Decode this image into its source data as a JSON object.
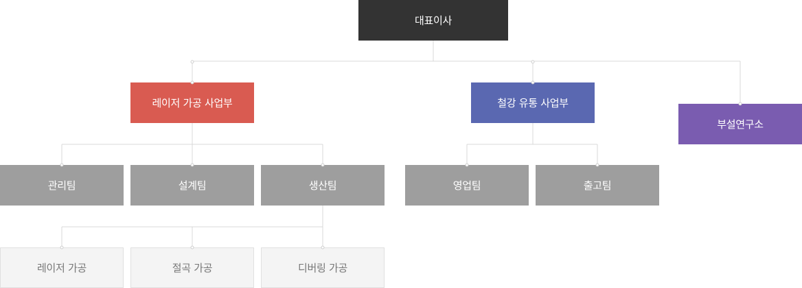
{
  "org": {
    "ceo": "대표이사",
    "divisions": {
      "laser": "레이저 가공 사업부",
      "steel": "철강 유통 사업부",
      "lab": "부설연구소"
    },
    "teams": {
      "management": "관리팀",
      "design": "설계팀",
      "production": "생산팀",
      "sales": "영업팀",
      "shipping": "출고팀"
    },
    "processes": {
      "laser_cutting": "레이저 가공",
      "bending": "절곡 가공",
      "deburring": "디버링 가공"
    }
  },
  "colors": {
    "ceo": "#333333",
    "laser_division": "#d95b51",
    "steel_division": "#5a68b1",
    "lab": "#7a5cb0",
    "team": "#9e9e9e",
    "process": "#f4f4f4",
    "connector": "#d9d9d9"
  }
}
